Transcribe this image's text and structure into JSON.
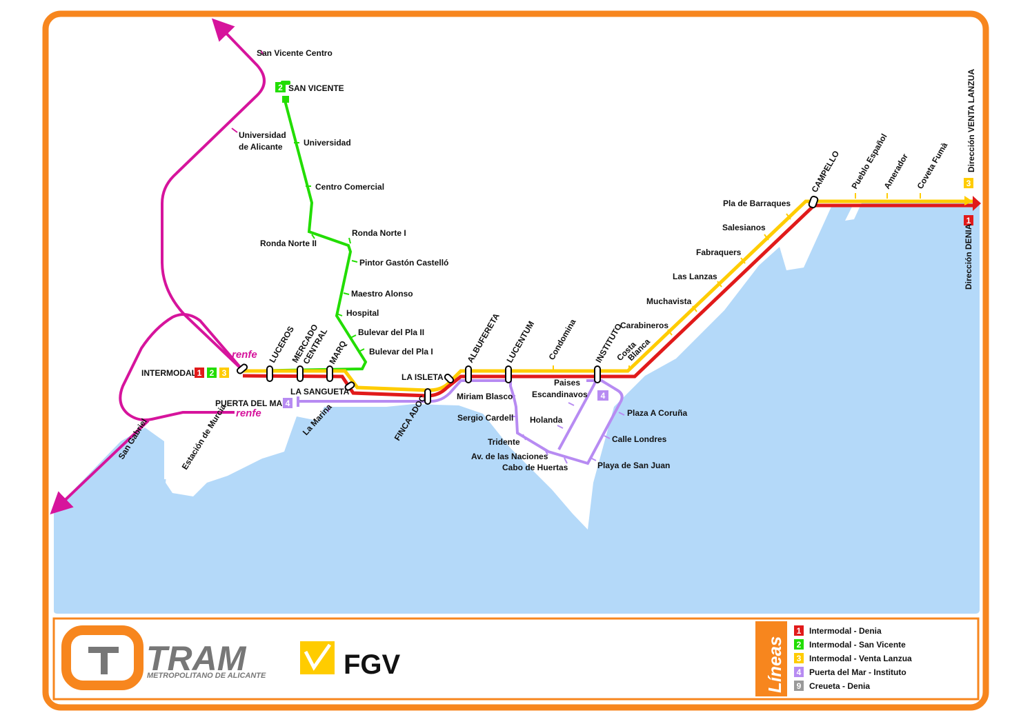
{
  "colors": {
    "frame": "#F7861E",
    "sea": "#B4D9F9",
    "line1": "#E11A1A",
    "line2": "#22DD00",
    "line3": "#FFCC00",
    "line4": "#B78BF2",
    "pink": "#D6149C",
    "line9": "#999999"
  },
  "stations": {
    "san_vicente_centro": "San Vicente Centro",
    "san_vicente": "SAN VICENTE",
    "universidad_l2": "Universidad",
    "universidad_l1a": "Universidad",
    "universidad_l1b": "de Alicante",
    "centro_comercial": "Centro Comercial",
    "ronda_norte_i": "Ronda Norte I",
    "ronda_norte_ii": "Ronda Norte II",
    "pintor": "Pintor Gastón Castelló",
    "maestro_alonso": "Maestro Alonso",
    "hospital": "Hospital",
    "bulevar_ii": "Bulevar del Pla II",
    "bulevar_i": "Bulevar del Pla I",
    "intermodal": "INTERMODAL",
    "luceros": "LUCEROS",
    "mercado1": "MERCADO",
    "mercado2": "CENTRAL",
    "maro": "MARQ",
    "la_sangueta": "LA SANGUETA",
    "puerta_del_mar": "PUERTA DEL MAR",
    "la_marina": "La Marina",
    "estacion_murcia": "Estación de Murcia",
    "san_gabriel": "San Gabriel",
    "la_isleta": "LA ISLETA",
    "finca_adoc": "FINCA ADOC",
    "albufereta": "ALBUFERETA",
    "lucentum": "LUCENTUM",
    "condomina": "Condomina",
    "instituto": "INSTITUTO",
    "costa1": "Costa",
    "costa2": "Blanca",
    "carabineros": "Carabineros",
    "muchavista": "Muchavista",
    "las_lanzas": "Las Lanzas",
    "fabraquers": "Fabraquers",
    "salesianos": "Salesianos",
    "pla_barraques": "Pla de Barraques",
    "campello": "CAMPELLO",
    "pueblo_espanol": "Pueblo Español",
    "amerador": "Amerador",
    "coveta_fuma": "Coveta Fumà",
    "miriam_blasco": "Miriam Blasco",
    "sergio_cardell": "Sergio Cardell",
    "tridente": "Tridente",
    "av_naciones": "Av. de las Naciones",
    "cabo_huertas": "Cabo de Huertas",
    "paises1": "Paises",
    "paises2": "Escandinavos",
    "holanda": "Holanda",
    "plaza_coruna": "Plaza A Coruña",
    "calle_londres": "Calle Londres",
    "playa_san_juan": "Playa de San Juan",
    "renfe": "renfe"
  },
  "directions": {
    "venta_lanzua": "Dirección VENTA LANZUA",
    "denia": "Dirección DENIA"
  },
  "badges": {
    "b1": "1",
    "b2": "2",
    "b3": "3",
    "b4": "4",
    "b9": "9"
  },
  "branding": {
    "tram_title": "TRAM",
    "tram_subtitle": "METROPOLITANO DE ALICANTE",
    "fgv": "FGV"
  },
  "legend": {
    "title": "Líneas",
    "items": [
      {
        "num": "1",
        "label": "Intermodal - Denia",
        "color": "#E11A1A"
      },
      {
        "num": "2",
        "label": "Intermodal - San Vicente",
        "color": "#22DD00"
      },
      {
        "num": "3",
        "label": "Intermodal - Venta Lanzua",
        "color": "#FFCC00"
      },
      {
        "num": "4",
        "label": "Puerta del Mar - Instituto",
        "color": "#B78BF2"
      },
      {
        "num": "9",
        "label": "Creueta - Denia",
        "color": "#999999"
      }
    ]
  }
}
